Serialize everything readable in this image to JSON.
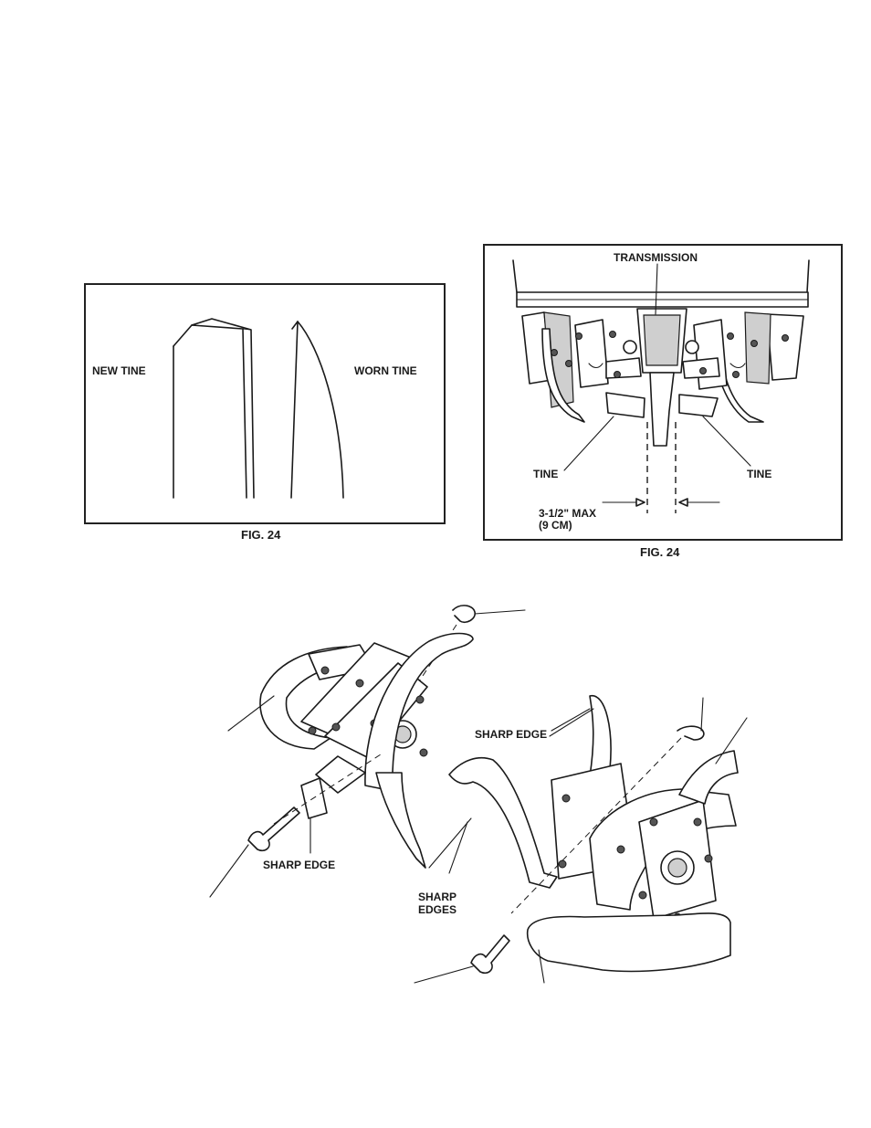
{
  "fig_left": {
    "new_tine_label": "NEW TINE",
    "worn_tine_label": "WORN TINE",
    "caption": "FIG. 24"
  },
  "fig_right": {
    "transmission_label": "TRANSMISSION",
    "tine_left_label": "TINE",
    "tine_right_label": "TINE",
    "max_gap_label_line1": "3-1/2\" MAX",
    "max_gap_label_line2": "(9 CM)",
    "caption": "FIG. 24"
  },
  "assembly": {
    "sharp_edge_top_label": "SHARP EDGE",
    "sharp_edge_bottom_label": "SHARP EDGE",
    "sharp_edges_line1": "SHARP",
    "sharp_edges_line2": "EDGES"
  }
}
